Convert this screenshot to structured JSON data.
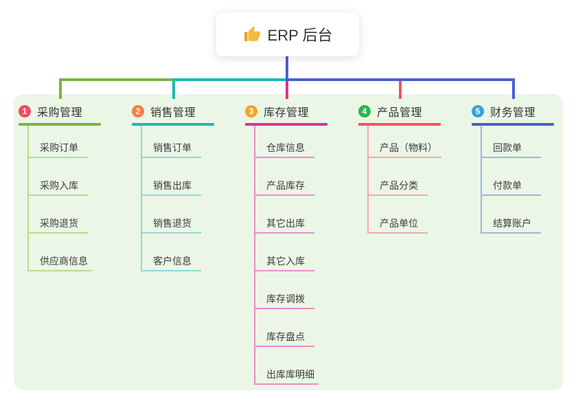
{
  "root": {
    "title": "ERP 后台",
    "icon": "thumbs-up-icon",
    "icon_color": "#f6b93b",
    "connector_color": "#4a5fd0"
  },
  "panel": {
    "background": "#ebf6e6"
  },
  "branches": [
    {
      "num": "1",
      "title": "采购管理",
      "badge_color": "#ef4d63",
      "line_color": "#7cb342",
      "item_line_color": "#b7db90",
      "items": [
        "采购订单",
        "采购入库",
        "采购退货",
        "供应商信息"
      ]
    },
    {
      "num": "2",
      "title": "销售管理",
      "badge_color": "#f8803f",
      "line_color": "#1db9b0",
      "item_line_color": "#8fd9d3",
      "items": [
        "销售订单",
        "销售出库",
        "销售退货",
        "客户信息"
      ]
    },
    {
      "num": "3",
      "title": "库存管理",
      "badge_color": "#f5a51f",
      "line_color": "#d8368f",
      "item_line_color": "#f18cc6",
      "items": [
        "仓库信息",
        "产品库存",
        "其它出库",
        "其它入库",
        "库存调拨",
        "库存盘点",
        "出库库明细"
      ]
    },
    {
      "num": "4",
      "title": "产品管理",
      "badge_color": "#2cb553",
      "line_color": "#f05467",
      "item_line_color": "#f5a6ab",
      "items": [
        "产品（物料）",
        "产品分类",
        "产品单位"
      ]
    },
    {
      "num": "5",
      "title": "财务管理",
      "badge_color": "#30a6e2",
      "line_color": "#4a5fd0",
      "item_line_color": "#9fb3e7",
      "items": [
        "回款单",
        "付款单",
        "结算账户"
      ]
    }
  ]
}
